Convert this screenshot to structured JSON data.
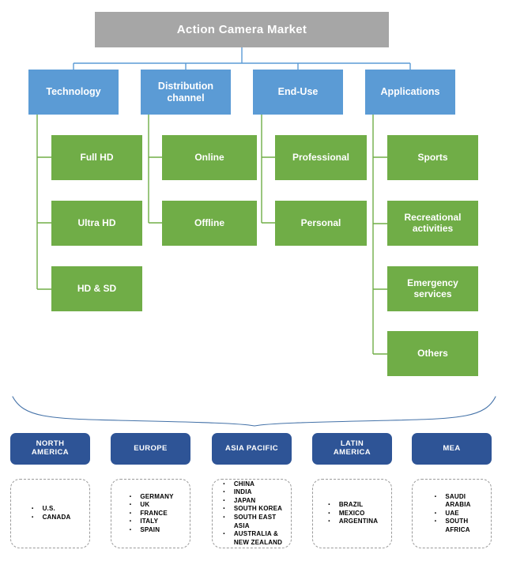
{
  "colors": {
    "root_fill": "#A6A6A6",
    "category_fill": "#5B9BD5",
    "leaf_fill": "#70AD47",
    "region_fill": "#2E5496",
    "connector_blue": "#5B9BD5",
    "connector_green": "#70AD47",
    "brace_stroke": "#4472A8",
    "dashed_border": "#9A9A9A",
    "text_on_fill": "#FFFFFF",
    "country_text": "#000000",
    "background": "#FFFFFF"
  },
  "root": {
    "label": "Action Camera Market"
  },
  "segments": [
    {
      "label": "Technology",
      "children": [
        "Full HD",
        "Ultra HD",
        "HD & SD"
      ]
    },
    {
      "label": "Distribution\nchannel",
      "children": [
        "Online",
        "Offline"
      ]
    },
    {
      "label": "End-Use",
      "children": [
        "Professional",
        "Personal"
      ]
    },
    {
      "label": "Applications",
      "children": [
        "Sports",
        "Recreational\nactivities",
        "Emergency\nservices",
        "Others"
      ]
    }
  ],
  "regions": [
    {
      "label": "NORTH\nAMERICA",
      "countries": [
        "U.S.",
        "CANADA"
      ]
    },
    {
      "label": "EUROPE",
      "countries": [
        "GERMANY",
        "UK",
        "FRANCE",
        "ITALY",
        "SPAIN"
      ]
    },
    {
      "label": "ASIA PACIFIC",
      "countries": [
        "CHINA",
        "INDIA",
        "JAPAN",
        "SOUTH KOREA",
        "SOUTH EAST\nASIA",
        "AUSTRALIA &\nNEW ZEALAND"
      ]
    },
    {
      "label": "LATIN\nAMERICA",
      "countries": [
        "BRAZIL",
        "MEXICO",
        "ARGENTINA"
      ]
    },
    {
      "label": "MEA",
      "countries": [
        "SAUDI\nARABIA",
        "UAE",
        "SOUTH\nAFRICA"
      ]
    }
  ]
}
